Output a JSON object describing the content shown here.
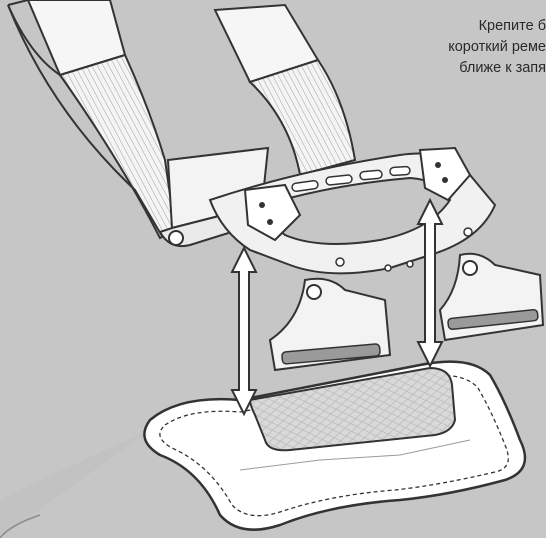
{
  "instruction": {
    "line1": "Крепите б",
    "line2": "короткий реме",
    "line3": "ближе к запя"
  },
  "colors": {
    "background": "#c6c6c6",
    "strap_fill": "#f4f4f4",
    "hardware_fill": "#f1f1f1",
    "pad_fill": "#ffffff",
    "mesh_fill": "#d9d9d9",
    "outline": "#333333",
    "arrow_fill": "#ffffff"
  },
  "icons": {
    "strap": "strap-illustration",
    "bracket": "mounting-bracket-illustration",
    "pad": "wrist-pad-illustration",
    "arrow": "up-down-arrow-icon"
  }
}
